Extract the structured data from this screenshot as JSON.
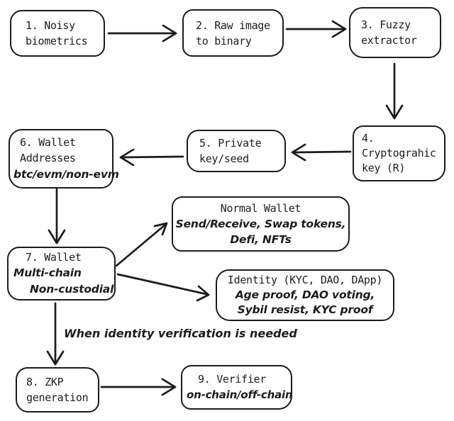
{
  "diagram": {
    "title": "Biometric key to wallet and ZKP identity flow",
    "colors": {
      "ink": "#1c1c1c",
      "background": "#ffffff"
    },
    "nodes": {
      "n1": {
        "line1": "1. Noisy",
        "line2": "biometrics"
      },
      "n2": {
        "line1": "2. Raw image",
        "line2": "to binary"
      },
      "n3": {
        "line1": "3. Fuzzy",
        "line2": "extractor"
      },
      "n4": {
        "line1": "4.",
        "line2": "Cryptograhic",
        "line3": "key (R)"
      },
      "n5": {
        "line1": "5. Private",
        "line2": "key/seed"
      },
      "n6": {
        "line1": "6. Wallet",
        "line2": "Addresses",
        "line3": "btc/evm/non-evm"
      },
      "n7": {
        "line1": "7. Wallet",
        "line2": "Multi-chain",
        "line3": "Non-custodial"
      },
      "normal_wallet": {
        "line1": "Normal Wallet",
        "line2": "Send/Receive, Swap tokens,",
        "line3": "Defi, NFTs"
      },
      "identity": {
        "line1": "Identity (KYC, DAO, DApp)",
        "line2": "Age proof, DAO voting,",
        "line3": "Sybil resist, KYC proof"
      },
      "n8": {
        "line1": "8. ZKP",
        "line2": "generation"
      },
      "n9": {
        "line1": "9. Verifier",
        "line2": "on-chain/off-chain"
      }
    },
    "labels": {
      "edge_condition": "When identity verification is needed"
    },
    "edges": [
      {
        "from": "n1",
        "to": "n2"
      },
      {
        "from": "n2",
        "to": "n3"
      },
      {
        "from": "n3",
        "to": "n4"
      },
      {
        "from": "n4",
        "to": "n5"
      },
      {
        "from": "n5",
        "to": "n6"
      },
      {
        "from": "n6",
        "to": "n7"
      },
      {
        "from": "n7",
        "to": "normal_wallet"
      },
      {
        "from": "n7",
        "to": "identity"
      },
      {
        "from": "n7",
        "to": "n8",
        "label": "When identity verification is needed"
      },
      {
        "from": "n8",
        "to": "n9"
      }
    ]
  }
}
